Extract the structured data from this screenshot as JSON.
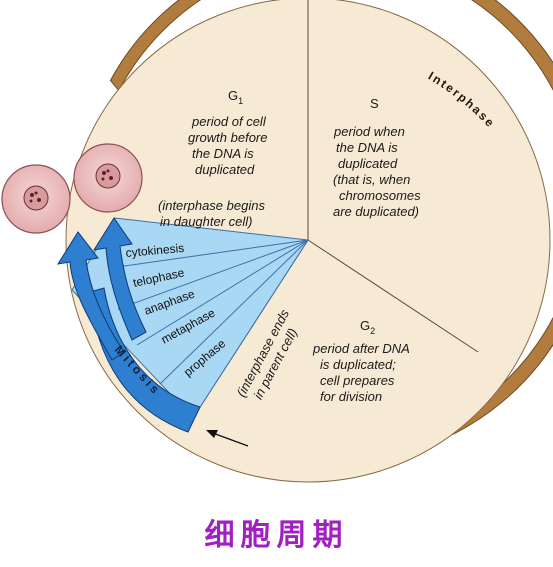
{
  "g1": {
    "title": "G",
    "subscript": "1",
    "description": [
      "period of cell",
      "growth before",
      "the DNA is",
      "duplicated"
    ],
    "note": [
      "(interphase begins",
      "in daughter cell)"
    ]
  },
  "s": {
    "title": "S",
    "description": [
      "period when",
      "the DNA is",
      "duplicated",
      "(that is, when",
      "chromosomes",
      "are duplicated)"
    ]
  },
  "g2": {
    "title": "G",
    "subscript": "2",
    "description": [
      "period after DNA",
      "is duplicated;",
      "cell prepares",
      "for division"
    ]
  },
  "interphase_ends": [
    "(interphase ends",
    "in parent cell)"
  ],
  "ring_label": "Interphase",
  "mitosis_label": "Mitosis",
  "mitosis_phases": [
    "cytokinesis",
    "telophase",
    "anaphase",
    "metaphase",
    "prophase"
  ],
  "caption": "细胞周期",
  "colors": {
    "disc": "#f6ead5",
    "ring": "#b27c3e",
    "mitosis_fill": "#a9d8f4",
    "mitosis_dark": "#2f7fd0",
    "cell_fill": "#eec0c2",
    "caption": "#a21fc4"
  }
}
